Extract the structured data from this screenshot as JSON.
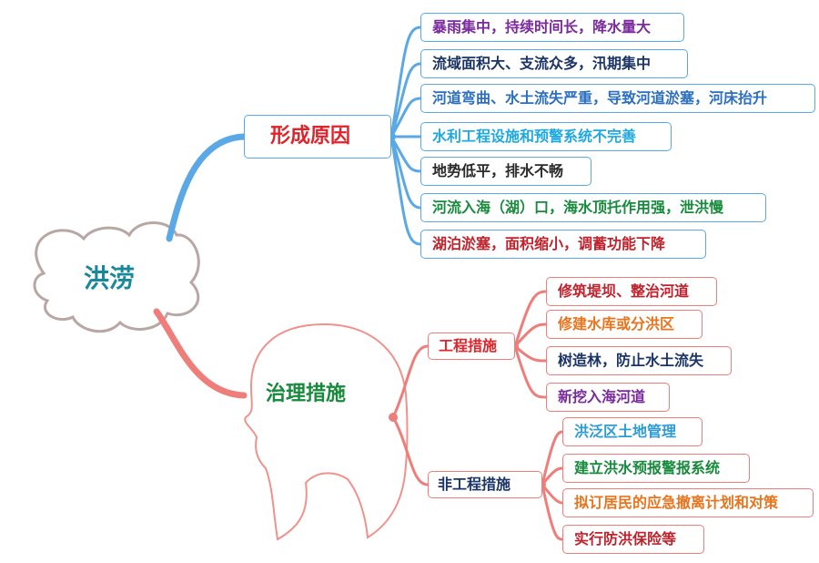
{
  "central": {
    "label": "洪涝"
  },
  "cause": {
    "label": "形成原因",
    "color": "#e0242b",
    "items": [
      {
        "label": "暴雨集中，持续时间长，降水量大",
        "color": "#7a2a9c"
      },
      {
        "label": "流域面积大、支流众多，汛期集中",
        "color": "#1b3566"
      },
      {
        "label": "河道弯曲、水土流失严重，导致河道淤塞，河床抬升",
        "color": "#2c6fc0"
      },
      {
        "label": "水利工程设施和预警系统不完善",
        "color": "#1ea9e1"
      },
      {
        "label": "地势低平，排水不畅",
        "color": "#2a2a2a"
      },
      {
        "label": "河流入海（湖）口，海水顶托作用强，泄洪慢",
        "color": "#178a3c"
      },
      {
        "label": "湖泊淤塞，面积缩小，调蓄功能下降",
        "color": "#c0222c"
      }
    ]
  },
  "governance": {
    "label": "治理措施",
    "color": "#178a3c",
    "engineering": {
      "label": "工程措施",
      "color": "#e0242b",
      "items": [
        {
          "label": "修筑堤坝、整治河道",
          "color": "#c0222c"
        },
        {
          "label": "修建水库或分洪区",
          "color": "#e8741d"
        },
        {
          "label": "树造林，防止水土流失",
          "color": "#1b3566"
        },
        {
          "label": "新挖入海河道",
          "color": "#7a2a9c"
        }
      ]
    },
    "non_engineering": {
      "label": "非工程措施",
      "color": "#1b3566",
      "items": [
        {
          "label": "洪泛区土地管理",
          "color": "#2c9bd6"
        },
        {
          "label": "建立洪水预报警报系统",
          "color": "#178a3c"
        },
        {
          "label": "拟订居民的应急撤离计划和对策",
          "color": "#e8741d"
        },
        {
          "label": "实行防洪保险等",
          "color": "#c0222c"
        }
      ]
    }
  }
}
